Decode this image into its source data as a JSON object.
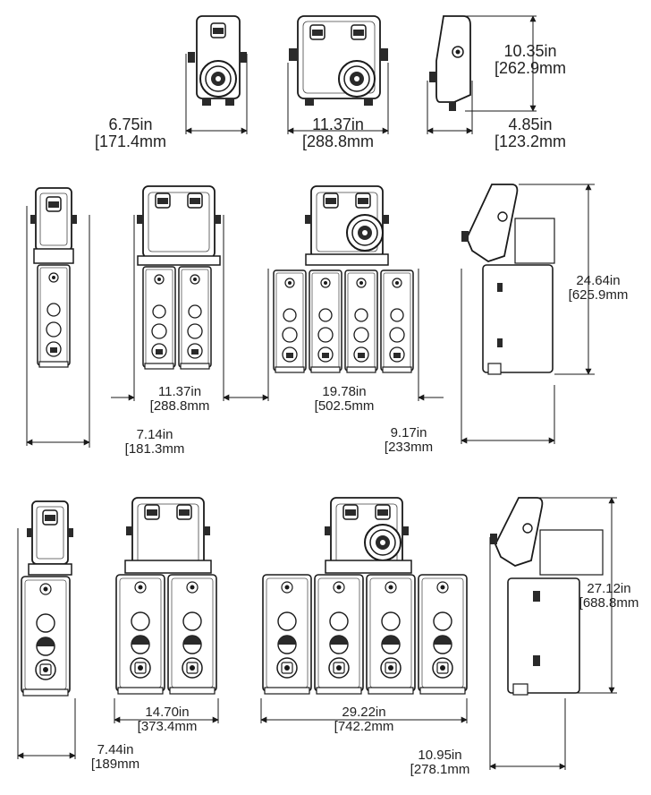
{
  "dimensions": {
    "top_front_small_width": {
      "in": "6.75in",
      "mm": "171.4mm"
    },
    "top_front_large_width": {
      "in": "11.37in",
      "mm": "288.8mm"
    },
    "top_side_depth": {
      "in": "4.85in",
      "mm": "123.2mm"
    },
    "top_side_height": {
      "in": "10.35in",
      "mm": "262.9mm"
    },
    "mid_single_width": {
      "in": "7.14in",
      "mm": "181.3mm"
    },
    "mid_double_width": {
      "in": "11.37in",
      "mm": "288.8mm"
    },
    "mid_quad_width": {
      "in": "19.78in",
      "mm": "502.5mm"
    },
    "mid_side_depth": {
      "in": "9.17in",
      "mm": "233mm"
    },
    "mid_side_height": {
      "in": "24.64in",
      "mm": "625.9mm"
    },
    "bot_single_width": {
      "in": "7.44in",
      "mm": "189mm"
    },
    "bot_double_width": {
      "in": "14.70in",
      "mm": "373.4mm"
    },
    "bot_quad_width": {
      "in": "29.22in",
      "mm": "742.2mm"
    },
    "bot_side_depth": {
      "in": "10.95in",
      "mm": "278.1mm"
    },
    "bot_side_height": {
      "in": "27.12in",
      "mm": "688.8mm"
    }
  },
  "colors": {
    "line": "#1a1a1a",
    "fill": "#f4f4f4",
    "dark": "#2a2a2a"
  }
}
